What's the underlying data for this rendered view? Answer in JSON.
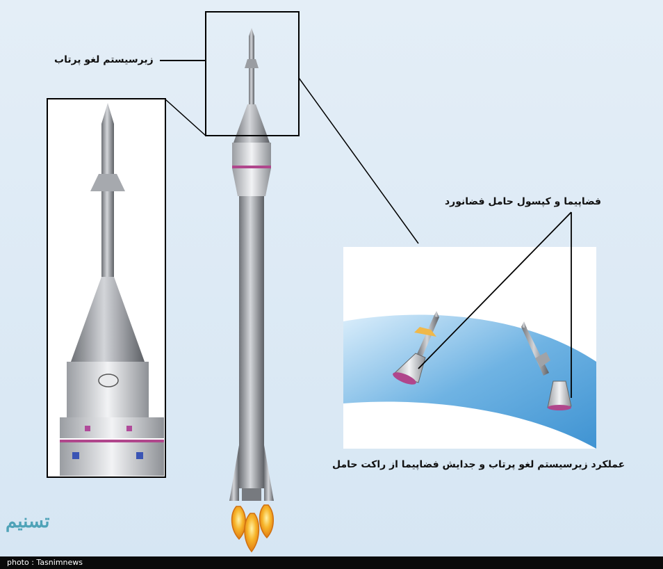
{
  "labels": {
    "escape_subsystem": "زیرسیستم لغو پرتاب",
    "capsule": "فضاپیما و کپسول حامل فضانورد",
    "operation": "عملکرد زیرسیستم لغو پرتاب و جدایش فضاپیما از راکت حامل"
  },
  "watermark": {
    "logo": "تسنیم"
  },
  "footer": {
    "credit": "photo : Tasnimnews"
  },
  "colors": {
    "rocket_body": "#8a8d92",
    "rocket_highlight": "#c9cbcf",
    "accent_band": "#b0468c",
    "flame": "#f3a21b",
    "sky_band": "#5aa6d9"
  },
  "icons": [
    "rocket-icon",
    "capsule-icon",
    "flame-icon",
    "tasnim-logo-icon"
  ]
}
